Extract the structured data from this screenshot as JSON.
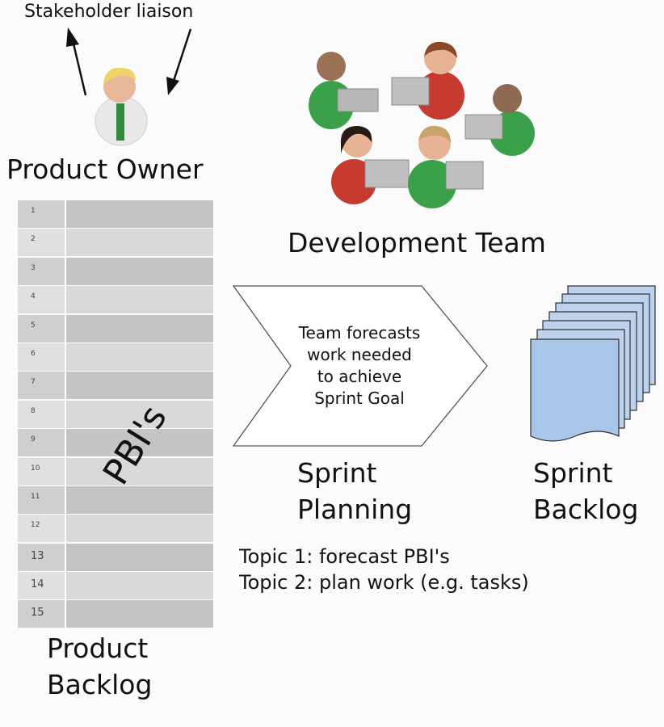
{
  "owner": {
    "liaison_label": "Stakeholder liaison",
    "title": "Product Owner"
  },
  "team": {
    "title": "Development Team"
  },
  "backlog": {
    "items": [
      "1",
      "2",
      "3",
      "4",
      "5",
      "6",
      "7",
      "8",
      "9",
      "10",
      "11",
      "12",
      "13",
      "14",
      "15"
    ],
    "pbi_label": "PBI's",
    "title_line1": "Product",
    "title_line2": "Backlog"
  },
  "planning": {
    "arrow_line1": "Team forecasts",
    "arrow_line2": "work needed",
    "arrow_line3": "to achieve",
    "arrow_line4": "Sprint Goal",
    "title_line1": "Sprint",
    "title_line2": "Planning",
    "topic1": "Topic 1: forecast PBI's",
    "topic2": "Topic 2: plan work (e.g. tasks)"
  },
  "sprint_backlog": {
    "title_line1": "Sprint",
    "title_line2": "Backlog"
  }
}
